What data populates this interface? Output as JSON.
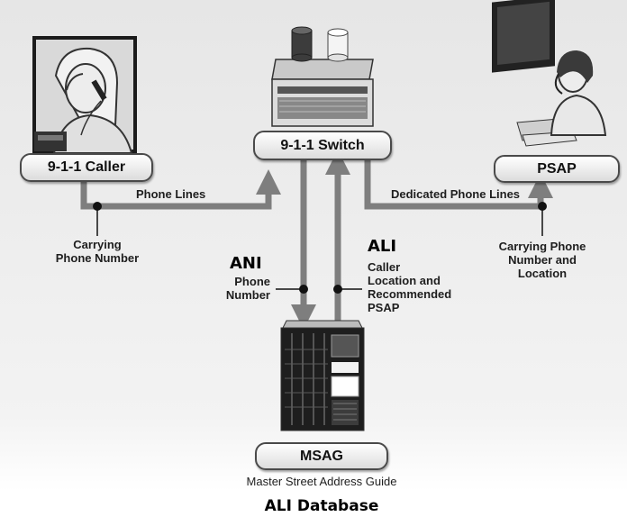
{
  "nodes": {
    "caller": "9-1-1 Caller",
    "switch": "9-1-1 Switch",
    "psap": "PSAP",
    "msag": "MSAG",
    "msag_caption": "Master Street Address Guide"
  },
  "links": {
    "phone_lines": "Phone Lines",
    "dedicated_lines": "Dedicated Phone Lines",
    "carrying_phone_number": "Carrying\nPhone Number",
    "carrying_phone_number_location": "Carrying Phone\nNumber and\nLocation"
  },
  "ani": {
    "title": "ANI",
    "desc": "Phone\nNumber"
  },
  "ali": {
    "title": "ALI",
    "desc": "Caller\nLocation and\nRecommended\nPSAP"
  },
  "footer_title": "ALI Database",
  "colors": {
    "line": "#7e7e7e",
    "dot": "#111111",
    "background_top": "#e9e9e9",
    "background_bottom": "#ffffff"
  }
}
